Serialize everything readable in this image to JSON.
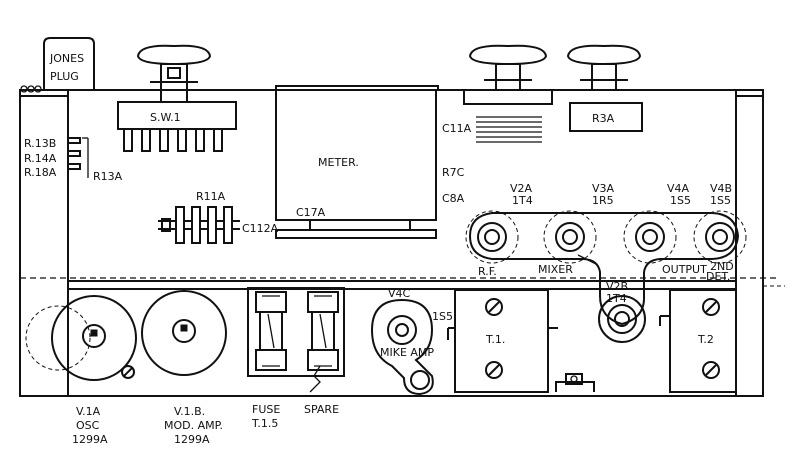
{
  "labels": {
    "jones_plug_1": "JONES",
    "jones_plug_2": "PLUG",
    "sw1": "S.W.1",
    "r13b": "R.13B",
    "r14a": "R.14A",
    "r18a": "R.18A",
    "r13a": "R13A",
    "r11a": "R11A",
    "c112a": "C112A",
    "meter": "METER.",
    "c17a": "C17A",
    "r7c": "R7C",
    "c8a": "C8A",
    "c11a": "C11A",
    "r3a": "R3A",
    "v2a_1": "V2A",
    "v2a_2": "1T4",
    "v3a_1": "V3A",
    "v3a_2": "1R5",
    "v4a_1": "V4A",
    "v4a_2": "1S5",
    "v4b_1": "V4B",
    "v4b_2": "1S5",
    "rf": "R.F.",
    "mixer": "MIXER",
    "v2b_1": "V2B",
    "v2b_2": "1T4",
    "output": "OUTPUT",
    "second_det_1": "2ND",
    "second_det_2": "DET.",
    "v4c": "V4C",
    "mike_amp": "MIKE AMP",
    "v1s5": "1S5",
    "t1": "T.1.",
    "t2": "T.2",
    "v1a_1": "V.1A",
    "v1a_2": "OSC",
    "v1a_3": "1299A",
    "v1b_1": "V.1.B.",
    "v1b_2": "MOD. AMP.",
    "v1b_3": "1299A",
    "fuse_1": "FUSE",
    "fuse_2": "T.1.5",
    "spare": "SPARE"
  }
}
